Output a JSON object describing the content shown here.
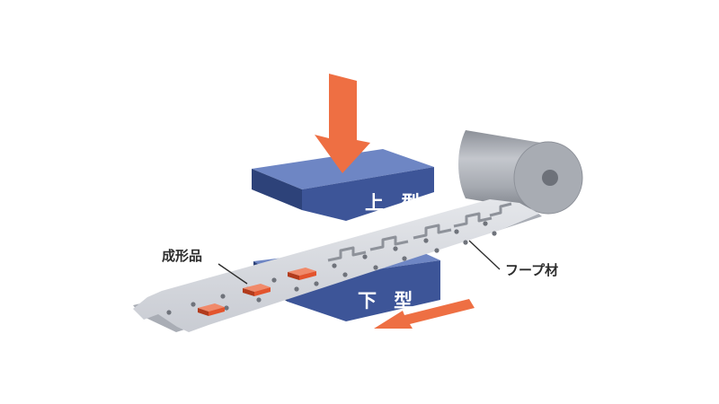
{
  "labels": {
    "upper_die": "上 型",
    "lower_die": "下 型",
    "molded_product": "成形品",
    "hoop_material": "フープ材"
  },
  "colors": {
    "die_top": "#6e86c4",
    "die_front": "#3d5598",
    "die_side": "#2d4279",
    "arrow": "#ee6f43",
    "strip": "#d5d8de",
    "part": "#e3542d",
    "roll": "#9ea2aa"
  }
}
